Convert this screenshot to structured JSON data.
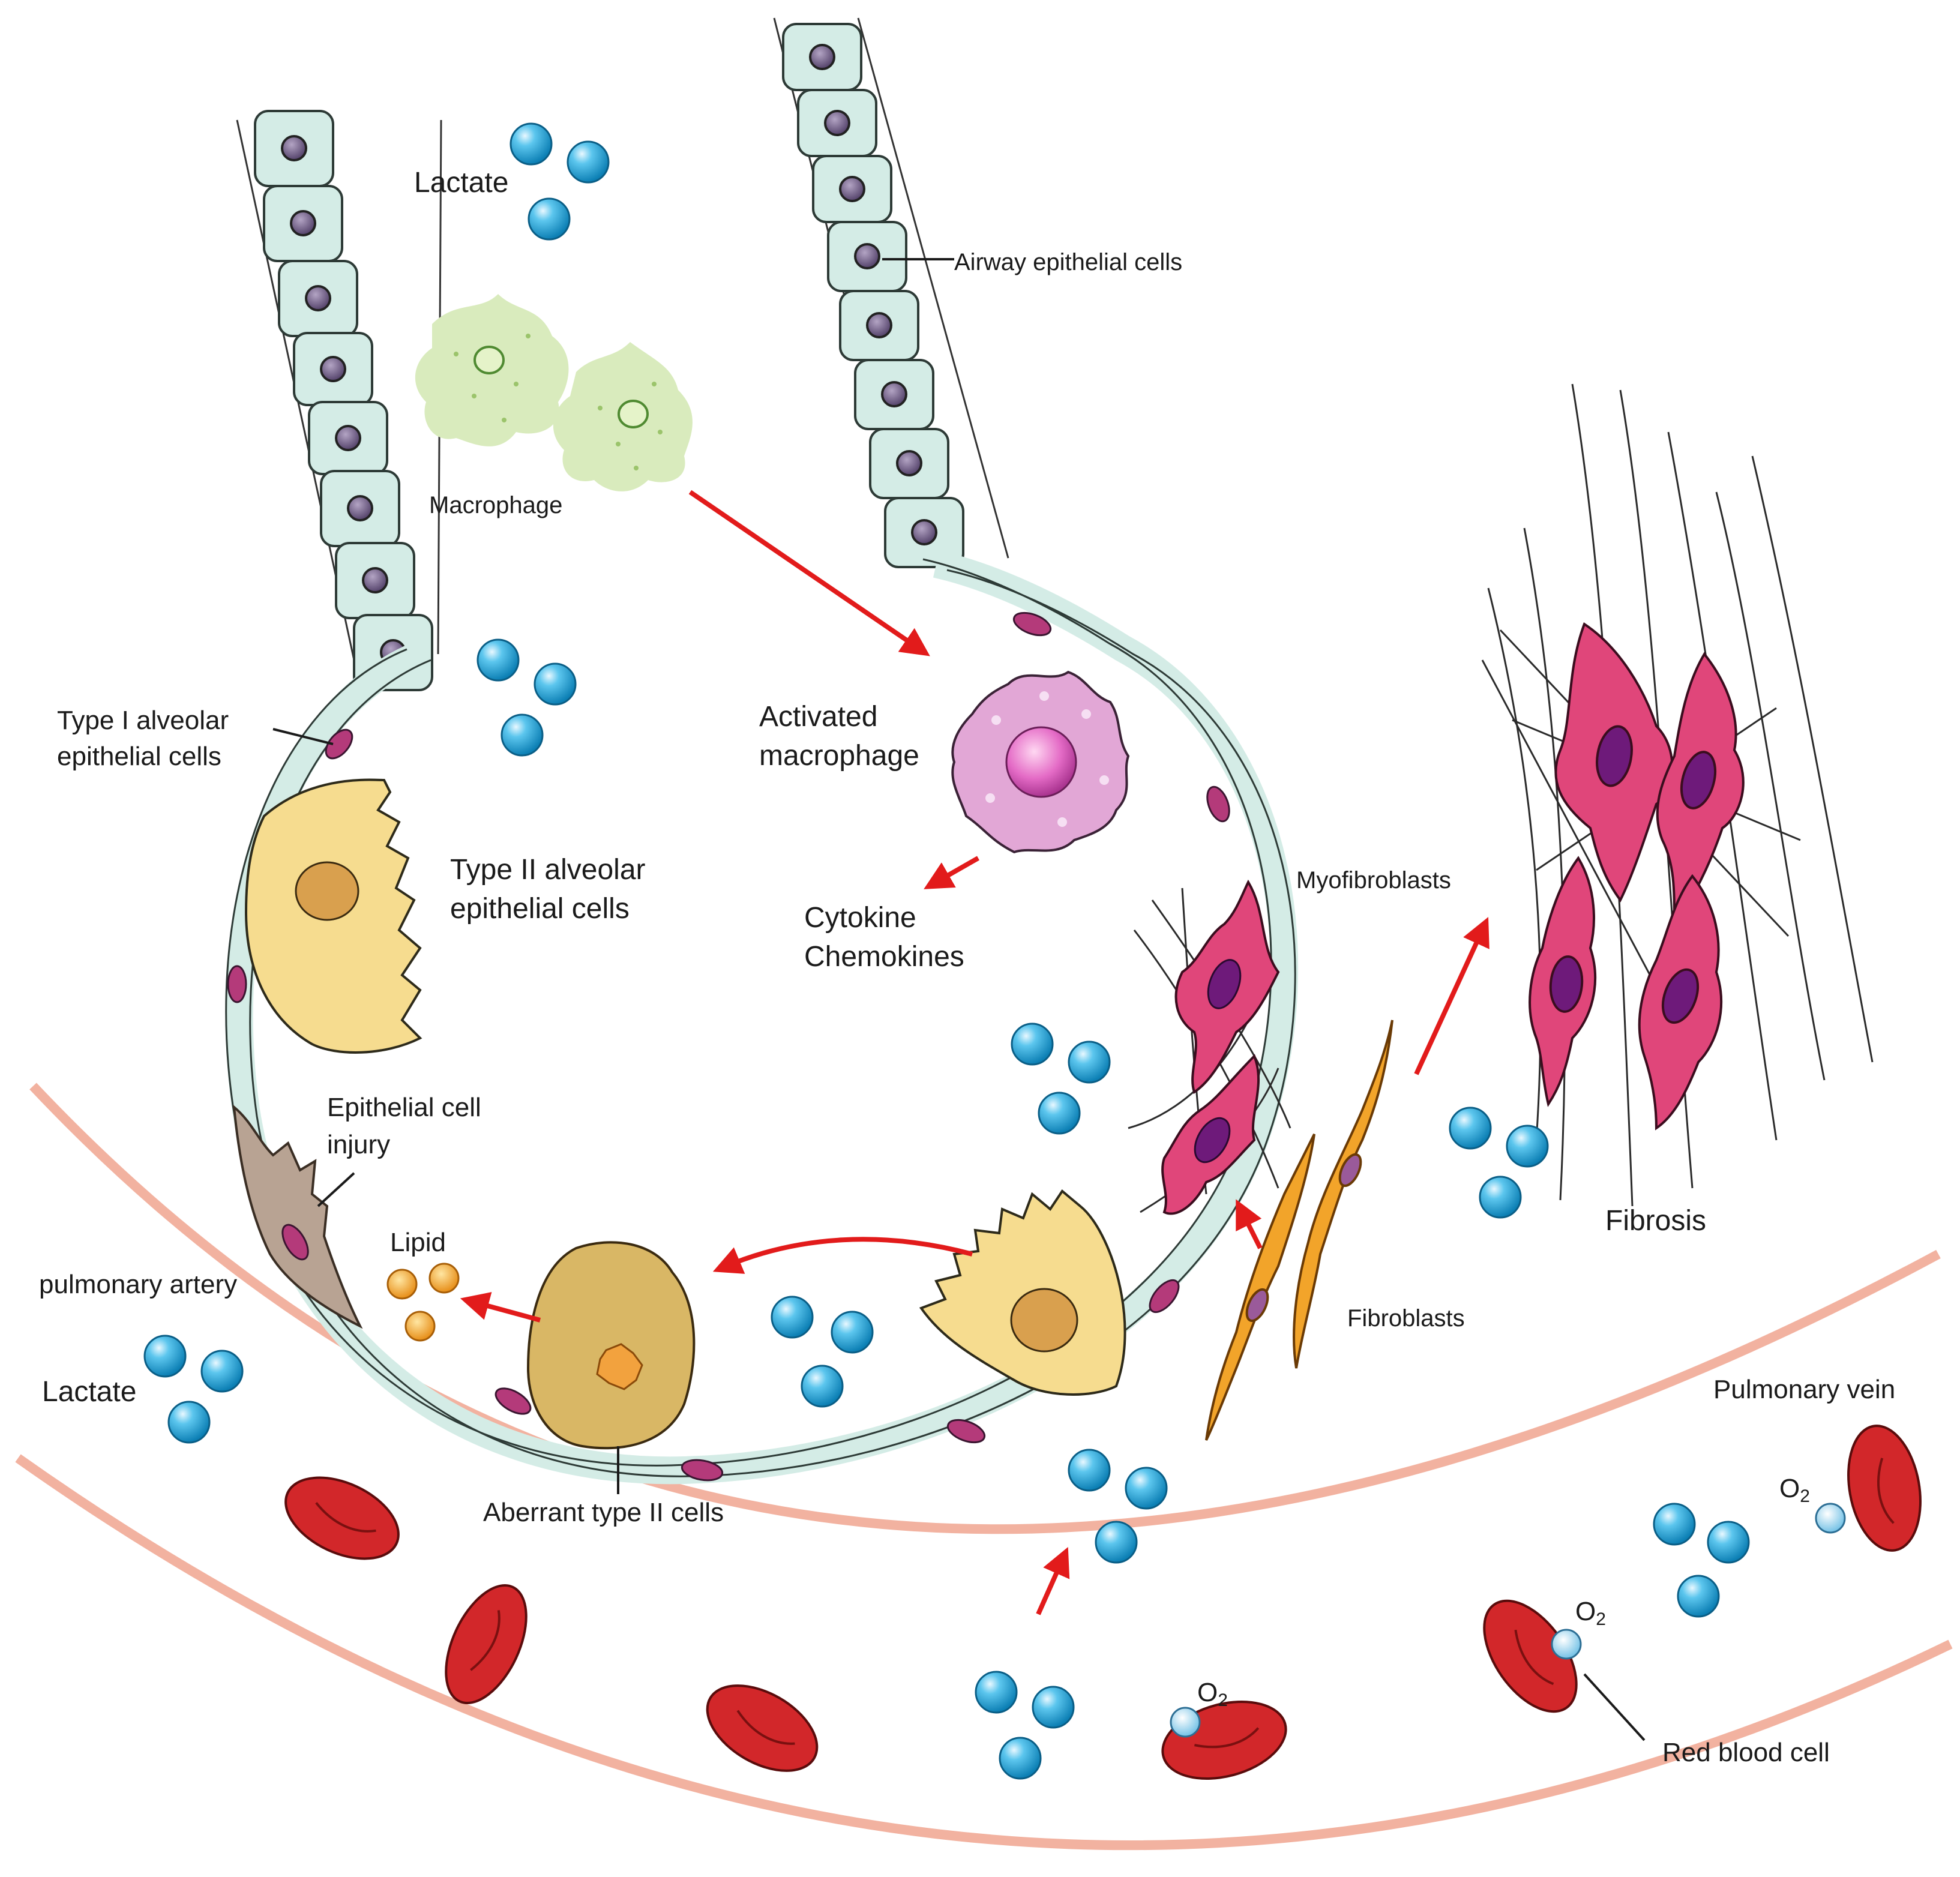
{
  "labels": {
    "lactate_top": "Lactate",
    "lactate_bottom": "Lactate",
    "airway_epithelial": "Airway epithelial cells",
    "macrophage": "Macrophage",
    "activated_macrophage_1": "Activated",
    "activated_macrophage_2": "macrophage",
    "type1_line1": "Type I alveolar",
    "type1_line2": "epithelial cells",
    "type2_line1": "Type II alveolar",
    "type2_line2": "epithelial cells",
    "cytokine_line1": "Cytokine",
    "cytokine_line2": "Chemokines",
    "myofibroblasts": "Myofibroblasts",
    "fibrosis": "Fibrosis",
    "injury_line1": "Epithelial cell",
    "injury_line2": "injury",
    "lipid": "Lipid",
    "pulmonary_artery": "pulmonary artery",
    "fibroblasts": "Fibroblasts",
    "pulmonary_vein": "Pulmonary vein",
    "aberrant": "Aberrant type II cells",
    "o2_base": "O",
    "o2_sub": "2",
    "red_blood_cell": "Red blood cell"
  },
  "colors": {
    "lactate": "#1ea7dc",
    "epithelium": "#d4ece6",
    "red_arrow": "#e21b1b",
    "red_blood_cell": "#d2272a",
    "vessel_wall": "#f2b2a0",
    "type2_cell": "#f6dc8f",
    "aberrant_cell": "#d9b765",
    "activated_macrophage": "#e2a7d6",
    "resting_macrophage": "#d9ebbd",
    "myofibroblast": "#e0467a",
    "fibroblast": "#f2a42a",
    "lipid": "#f4a522"
  }
}
